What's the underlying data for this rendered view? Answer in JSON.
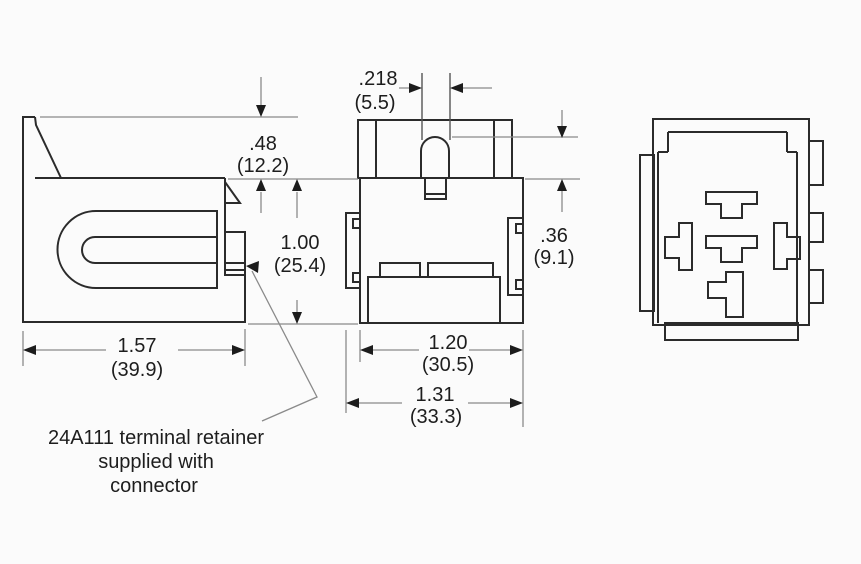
{
  "note": {
    "line1": "24A111 terminal retainer",
    "line2": "supplied with",
    "line3": "connector"
  },
  "dimensions": {
    "latch_height": {
      "inches": ".48",
      "mm": "(12.2)"
    },
    "key_tab_width": {
      "inches": ".218",
      "mm": "(5.5)"
    },
    "body_height": {
      "inches": "1.00",
      "mm": "(25.4)"
    },
    "key_tab_height": {
      "inches": ".36",
      "mm": "(9.1)"
    },
    "side_depth": {
      "inches": "1.57",
      "mm": "(39.9)"
    },
    "body_width": {
      "inches": "1.20",
      "mm": "(30.5)"
    },
    "overall_width": {
      "inches": "1.31",
      "mm": "(33.3)"
    }
  },
  "colors": {
    "outline": "#2b2b2b",
    "dimension_lines": "#8a8a8a",
    "text": "#1d1d1d",
    "background": "#fbfbfb"
  }
}
